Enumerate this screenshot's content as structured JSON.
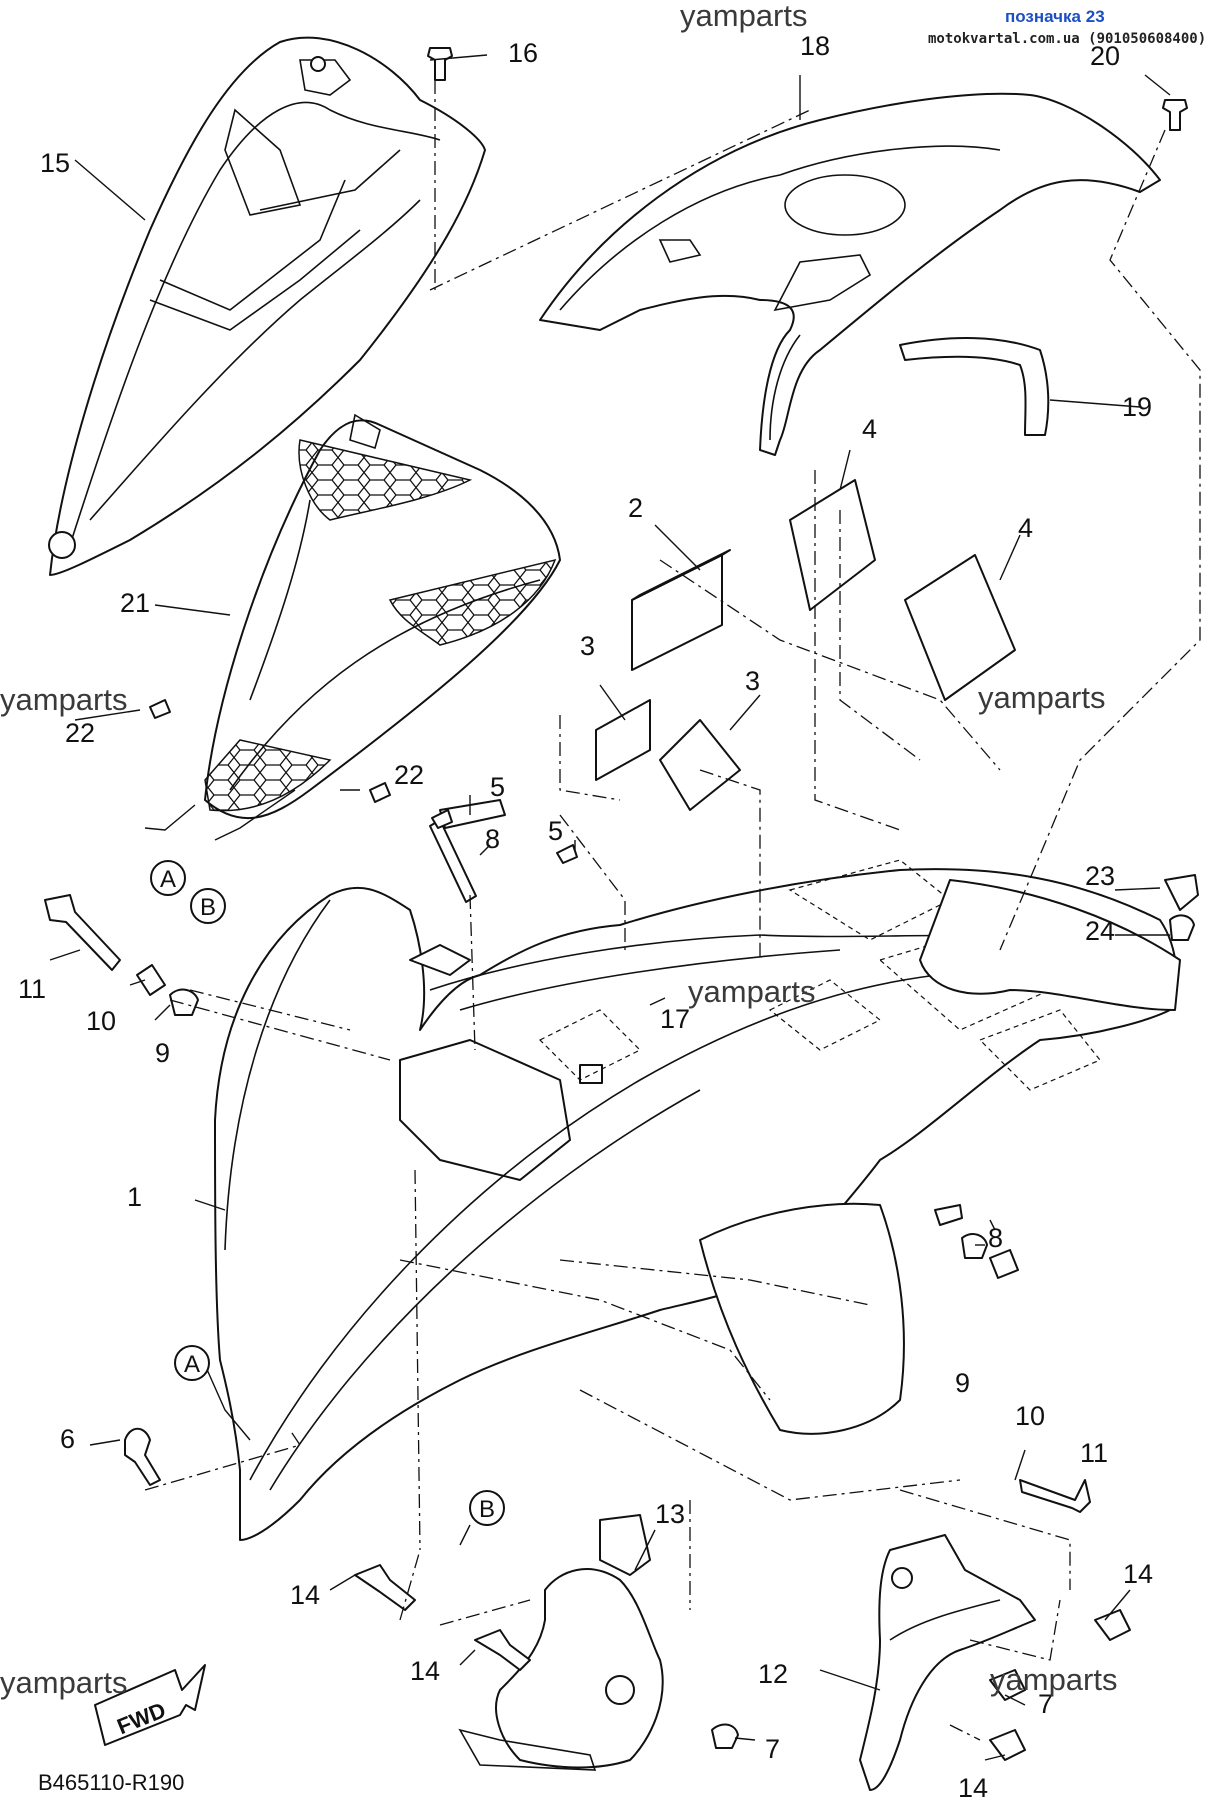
{
  "watermarks": [
    "yamparts",
    "yamparts",
    "yamparts",
    "yamparts",
    "yamparts",
    "yamparts"
  ],
  "site": "motokvartal.com.ua (901050608400)",
  "tag": "позначка 23",
  "diagram_code": "B465110-R190",
  "fwd_label": "FWD",
  "callouts": {
    "c1": "1",
    "c2": "2",
    "c3a": "3",
    "c3b": "3",
    "c4a": "4",
    "c4b": "4",
    "c5a": "5",
    "c5b": "5",
    "c6": "6",
    "c7a": "7",
    "c7b": "7",
    "c8a": "8",
    "c8b": "8",
    "c9a": "9",
    "c9b": "9",
    "c10a": "10",
    "c10b": "10",
    "c11a": "11",
    "c11b": "11",
    "c12": "12",
    "c13": "13",
    "c14a": "14",
    "c14b": "14",
    "c14c": "14",
    "c14d": "14",
    "c15": "15",
    "c16": "16",
    "c17": "17",
    "c18": "18",
    "c19": "19",
    "c20": "20",
    "c21": "21",
    "c22a": "22",
    "c22b": "22",
    "c23": "23",
    "c24": "24"
  },
  "ref_marks": {
    "a_top": "A",
    "b_top": "B",
    "a_bottom": "A",
    "b_bottom": "B"
  }
}
